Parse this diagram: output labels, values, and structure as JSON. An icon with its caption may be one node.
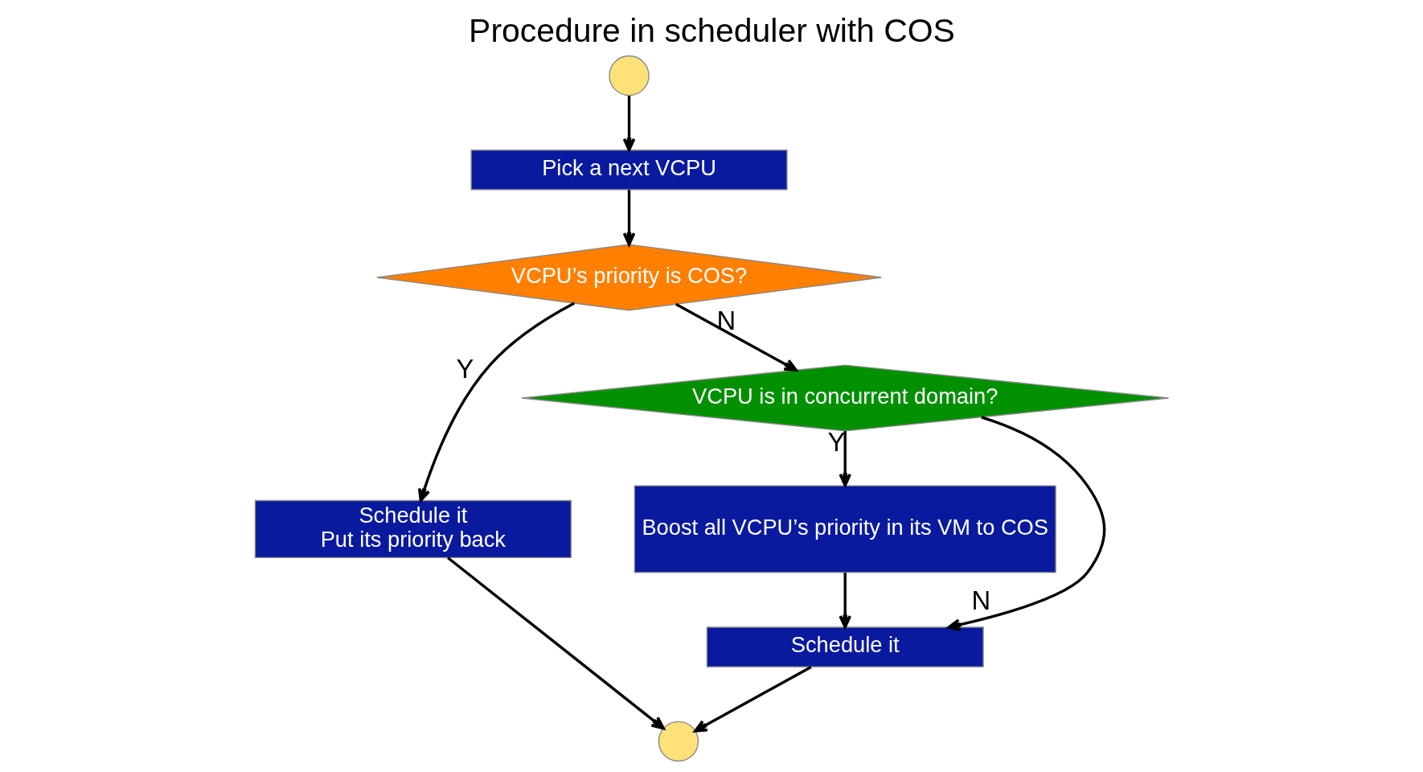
{
  "diagram": {
    "title": "Procedure in scheduler with COS",
    "nodes": [
      {
        "text": [],
        "shape": "circle"
      },
      {
        "text": [
          "Pick a next VCPU"
        ]
      },
      {
        "text": [
          "VCPU’s priority is COS?"
        ]
      },
      {
        "text": [
          "Schedule it",
          "Put its priority back"
        ]
      },
      {
        "text": [
          "VCPU is in concurrent domain?"
        ]
      },
      {
        "text": [
          "Boost all VCPU’s priority in its VM to COS"
        ]
      },
      {
        "text": [
          "Schedule it"
        ]
      },
      {
        "text": [],
        "shape": "circle"
      }
    ],
    "edges": [
      {
        "from": 0,
        "to": 1,
        "arrow": "to"
      },
      {
        "from": 1,
        "to": 2,
        "arrow": "to"
      },
      {
        "from": 2,
        "to": 3,
        "arrow": "to",
        "label": "Y"
      },
      {
        "from": 2,
        "to": 4,
        "arrow": "to",
        "label": "N"
      },
      {
        "from": 4,
        "to": 5,
        "arrow": "to",
        "label": "Y"
      },
      {
        "from": 4,
        "to": 6,
        "arrow": "to",
        "label": "N"
      },
      {
        "from": 5,
        "to": 6,
        "arrow": "to"
      },
      {
        "from": 3,
        "to": 7,
        "arrow": "to"
      },
      {
        "from": 6,
        "to": 7,
        "arrow": "to"
      }
    ]
  }
}
